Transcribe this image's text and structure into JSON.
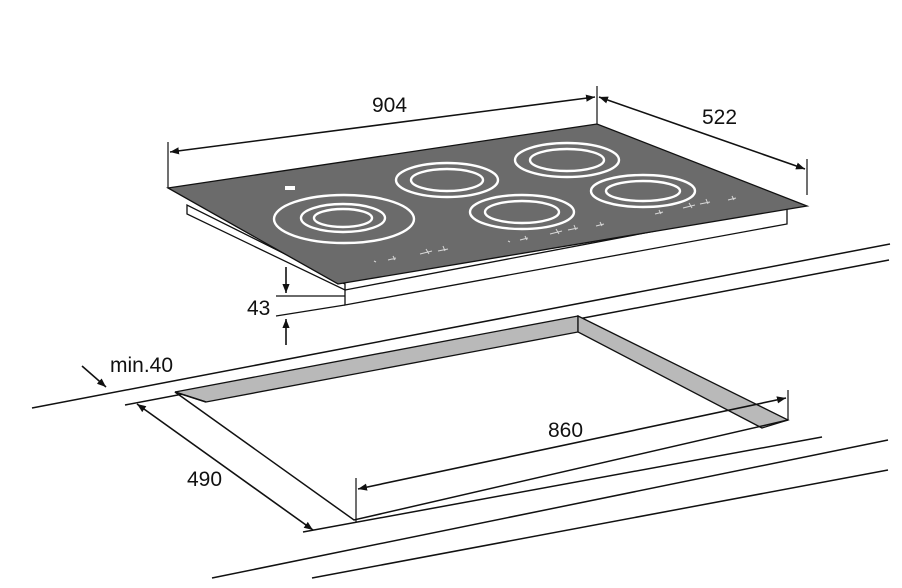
{
  "dimensions": {
    "width": "904",
    "depth": "522",
    "height": "43",
    "min_clearance": "min.40",
    "cutout_width": "860",
    "cutout_depth": "490"
  },
  "colors": {
    "glass_top": "#6b6b6b",
    "cutout_wall": "#b9b9b9",
    "burner_ring": "#ffffff",
    "line": "#111111"
  }
}
